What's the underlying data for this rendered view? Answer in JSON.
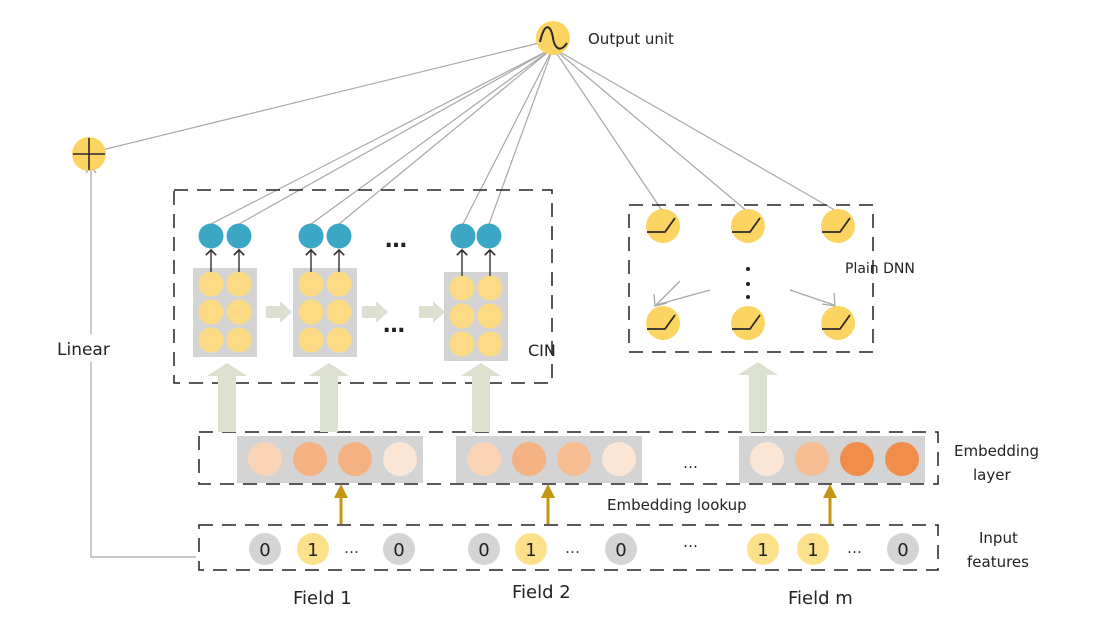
{
  "labels": {
    "output_unit": "Output unit",
    "linear": "Linear",
    "cin": "CIN",
    "plain_dnn": "Plain DNN",
    "embedding_layer_line1": "Embedding",
    "embedding_layer_line2": "layer",
    "embedding_lookup": "Embedding lookup",
    "input_features_line1": "Input",
    "input_features_line2": "features",
    "ellipsis": "…",
    "vdots": "⋮"
  },
  "fields": [
    {
      "name": "Field 1",
      "inputs": [
        "0",
        "1",
        "…",
        "0"
      ],
      "active": [
        false,
        true,
        null,
        false
      ],
      "embedding_colors": [
        "#f9d4b7",
        "#f4b283",
        "#f4b283",
        "#fbe6d6"
      ]
    },
    {
      "name": "Field 2",
      "inputs": [
        "0",
        "1",
        "…",
        "0"
      ],
      "active": [
        false,
        true,
        null,
        false
      ],
      "embedding_colors": [
        "#f9d4b7",
        "#f4b283",
        "#f6bc92",
        "#fbe6d6"
      ]
    },
    {
      "name": "Field m",
      "inputs": [
        "1",
        "1",
        "…",
        "0"
      ],
      "active": [
        true,
        true,
        null,
        false
      ],
      "embedding_colors": [
        "#fbe6d6",
        "#f6bc92",
        "#f08d4a",
        "#f08d4a"
      ]
    }
  ],
  "colors": {
    "neuron_yellow": "#fcd462",
    "cin_cell": "#fddb85",
    "cin_output_blue": "#3ba7c4",
    "block_gray": "#d4d4d4",
    "flow_arrow": "#dbe0cf",
    "lookup_arrow": "#c49612",
    "input_zero": "#d4d4d4",
    "input_one": "#fde08a",
    "connector_gray": "#a8a8a8"
  },
  "icons": {
    "output": "sigmoid-icon",
    "sum": "plus-icon",
    "dnn_unit": "relu-icon"
  }
}
